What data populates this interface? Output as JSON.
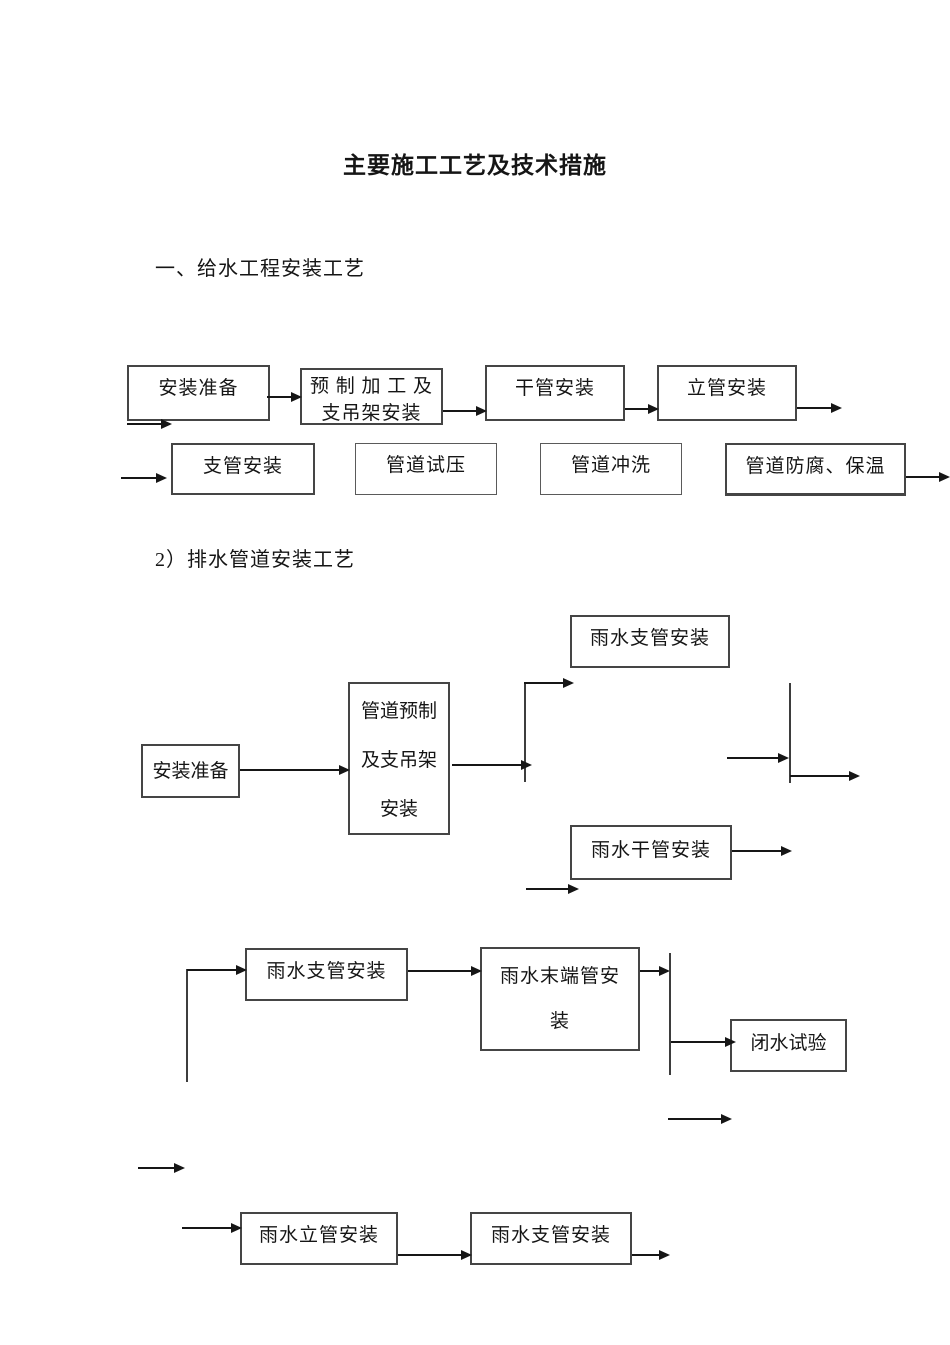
{
  "document": {
    "title": "主要施工工艺及技术措施",
    "sections": [
      {
        "heading": "一、给水工程安装工艺"
      },
      {
        "heading": "2）排水管道安装工艺"
      }
    ]
  },
  "flow1": {
    "name": "给水工程安装工艺流程",
    "nodes": [
      {
        "id": "install-prep",
        "label": "安装准备"
      },
      {
        "id": "prefab-support",
        "label": "预 制 加 工 及\n支吊架安装"
      },
      {
        "id": "main-pipe",
        "label": "干管安装"
      },
      {
        "id": "riser-pipe",
        "label": "立管安装"
      },
      {
        "id": "branch-pipe",
        "label": "支管安装"
      },
      {
        "id": "pressure-test",
        "label": "管道试压"
      },
      {
        "id": "pipe-flush",
        "label": "管道冲洗"
      },
      {
        "id": "anticorrosion-insulation",
        "label": "管道防腐、保温"
      }
    ]
  },
  "flow2": {
    "name": "排水管道安装工艺流程",
    "nodes": [
      {
        "id": "rain-branch-top",
        "label": "雨水支管安装"
      },
      {
        "id": "install-prep-2",
        "label": "安装准备"
      },
      {
        "id": "pipe-prefab-support",
        "label": "管道预制\n及支吊架\n安装"
      },
      {
        "id": "rain-main-pipe",
        "label": "雨水干管安装"
      },
      {
        "id": "rain-branch-mid",
        "label": "雨水支管安装"
      },
      {
        "id": "rain-end-pipe",
        "label": "雨水末端管安\n装"
      },
      {
        "id": "water-seal-test",
        "label": "闭水试验"
      },
      {
        "id": "rain-riser",
        "label": "雨水立管安装"
      },
      {
        "id": "rain-branch-bottom",
        "label": "雨水支管安装"
      }
    ]
  }
}
